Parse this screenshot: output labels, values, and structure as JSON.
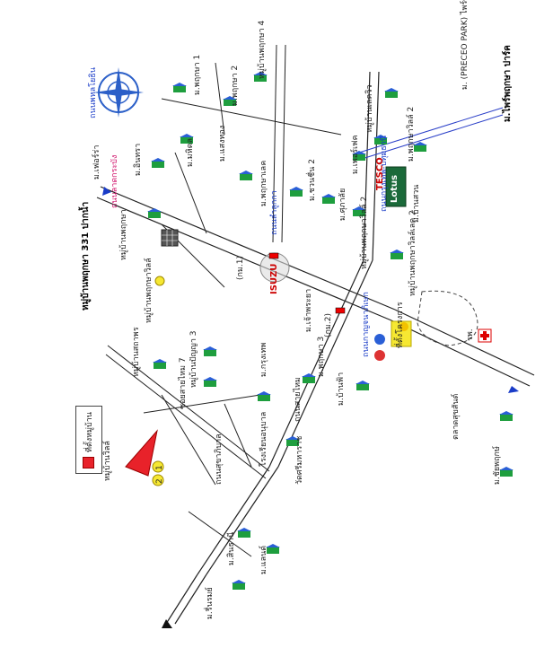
{
  "labels": {
    "lat_krabang_rd": "ถนนลาดกระบัง",
    "moo_wongsakorn": "หมู่บ้านสถาพร",
    "soi_331": "หมู่บ้านพฤกษา 331 ปากน้ำ",
    "moo_ban_1": "หมู่บ้านพฤกษา",
    "moo_ban_2": "หมู่บ้านพฤกษาวิลล์",
    "moo_ban_3": "หมู่บ้านปัญญา 3",
    "moo_ban_4": "หมู่บ้านวิลล์",
    "ban_phatthana": "ม.เฟอร์ร่า",
    "soi_7": "ซอยสายไหม 7",
    "school": "โรงเรียนอนุบาล",
    "wat": "วัดศรีมหาราช",
    "market": "ตลาดสุขสันต์",
    "moo_krung_thep": "ม.กรุงเทพ",
    "moo_chuan_chuen": "ม.ชวนชื่น 2",
    "moo_phrueksa_3": "ม.พฤกษา 3",
    "moo_phrueksa_4": "หมู่บ้านพฤกษา 4",
    "moo_pruksa_town": "หมู่บ้านพฤกษาวิลล์ 2",
    "moo_phrueksa_lake": "ม.พฤกษาเลค",
    "moo_supalai": "ม.ศุภาลัย",
    "moo_baan_fah": "ม.บ้านฟ้า",
    "moo_ruenrom": "ม.รื่นรมย์",
    "moo_chaiyaphruek": "ม.ชัยพฤกษ์",
    "tesco_text": "TESCO",
    "lotus_text": "Lotus",
    "isuzu_text": "ISUZU",
    "lam_luk_ka": "ถนนลำลูกกา",
    "phahonyothin": "ถนนพหลโยธิน",
    "kanchanaphisek": "ถนนกาญจนาภิเษก",
    "sai_mai": "ถนนสายไหม",
    "rd_bangkok": "ถนนกรุงเทพ-ปทุมธานี",
    "moo_phrueksa_top": "ม.ไพร์พฤกษา ปาร์ค",
    "moo_preceo": "ม. (PRECEO PARK) ไพร์ซีโอ",
    "moo_lake_view": "หมู่บ้านเลควิว",
    "moo_pruksa_ville_2": "ม.พฤกษาวิลล์ 2",
    "moo_perfect": "ม.เพอร์เฟค",
    "moo_phrueksa_ville": "หมู่บ้านพฤกษาวิลล์เลค 2",
    "moo_baan_sue": "ม.บ้านสวน",
    "moo_sinthani": "ม.สินธานี",
    "moo_land": "ม.แลนด์",
    "moo_pruksa_1": "ม.พฤกษา 1",
    "moo_pruksa_2": "ม.พฤกษา 2",
    "moo_inthara": "ม.อินทรา",
    "moo_mahidol": "ม.มหิดล",
    "moo_chao_phraya": "ม.เจ้าพระยา",
    "moo_sangthong": "ม.แสงทอง",
    "km_1": "(กม.1)",
    "km_2": "(กม.2)",
    "site_mark": "ที่ตั้งโครงการ",
    "legend_text": "ที่ตั้งหมู่บ้าน",
    "num_1": "1",
    "num_2": "2",
    "hospital": "รพ.",
    "suk_rd": "ถนนสุขาภิบาล"
  },
  "colors": {
    "road": "#222222",
    "house_green": "#1e9e3e",
    "house_blue": "#2a5fd6",
    "marker_red": "#e8222a",
    "highlight_yellow": "#f6e832",
    "compass_blue": "#2b5fc8"
  }
}
